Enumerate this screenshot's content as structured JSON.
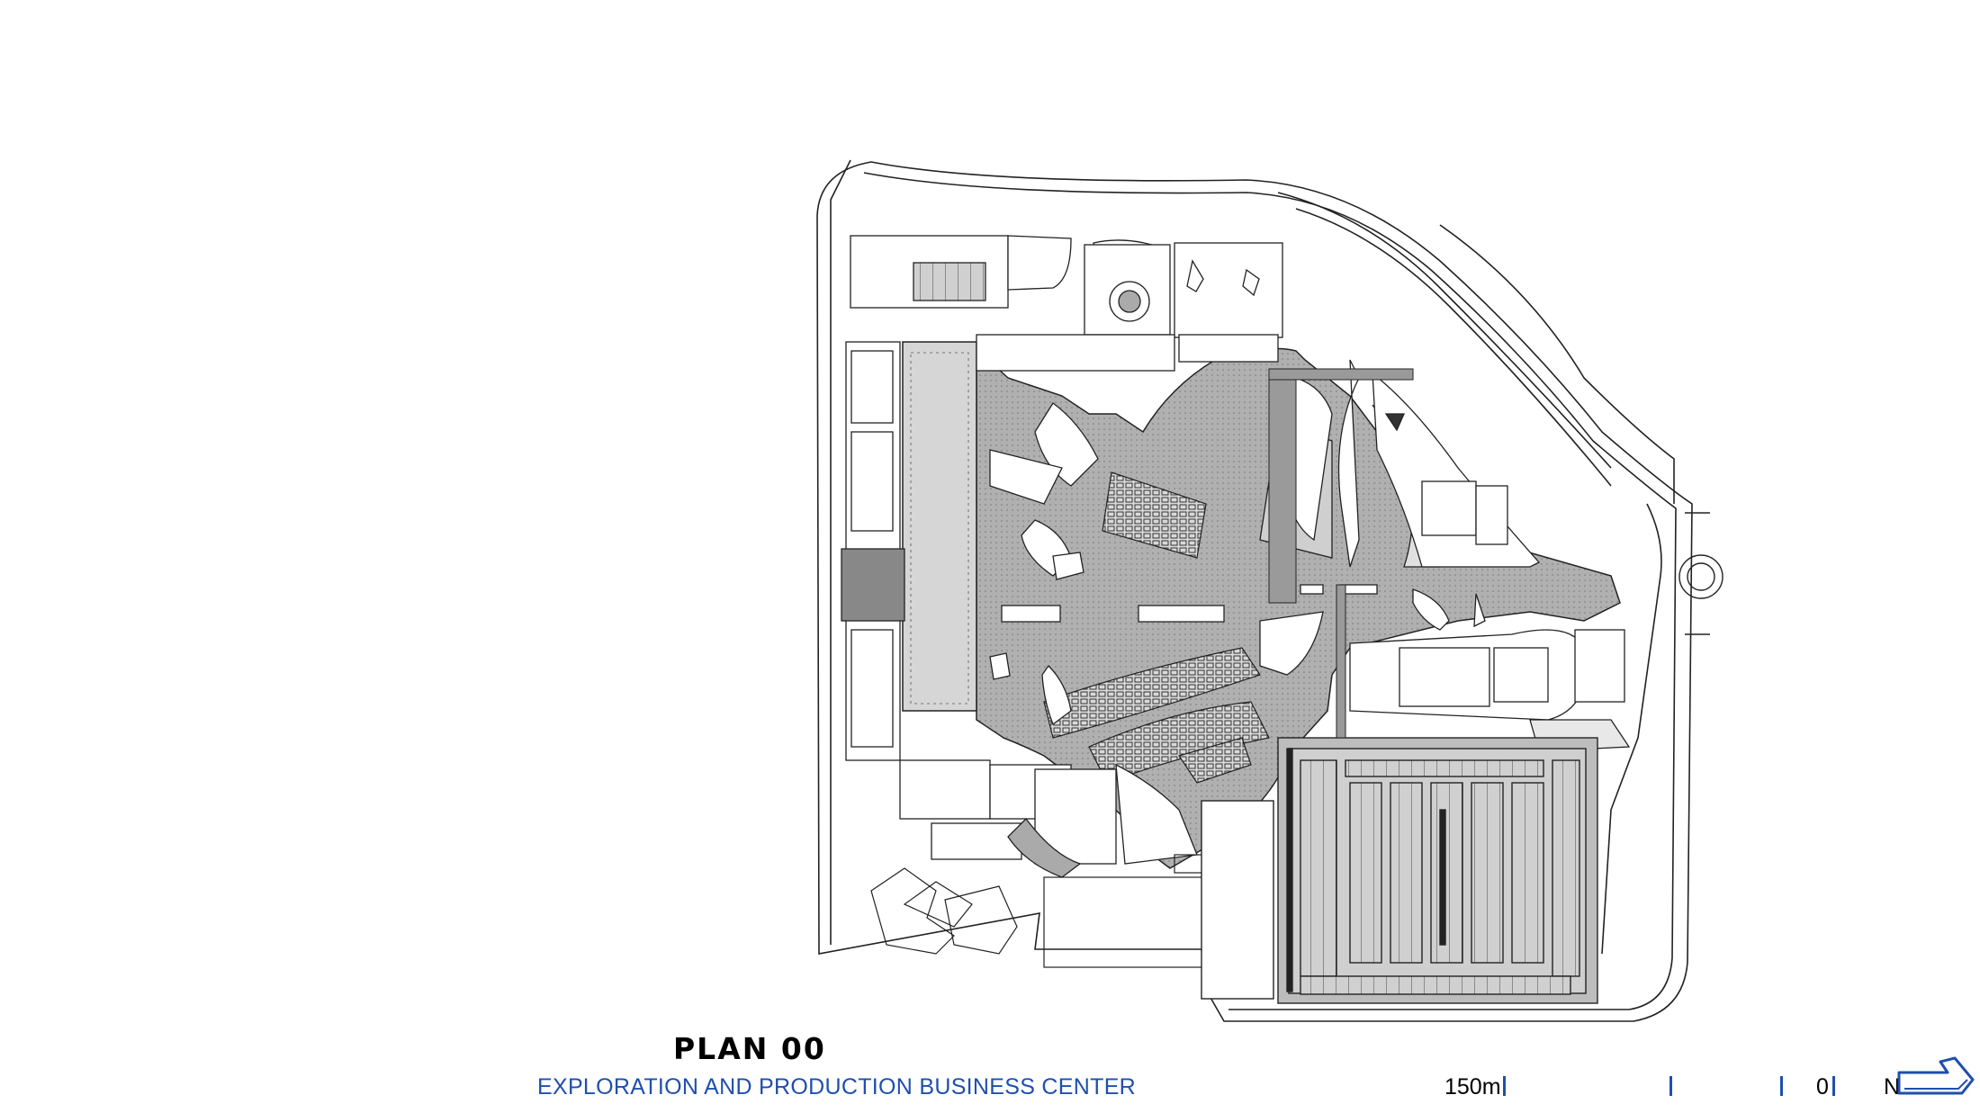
{
  "plan": {
    "title": "PLAN 00",
    "subtitle": "EXPLORATION AND PRODUCTION BUSINESS CENTER"
  },
  "scale": {
    "start_label": "150m",
    "end_label": "0",
    "color": "#1f4fae"
  },
  "north": {
    "label": "N",
    "icon": "north-arrow-icon"
  },
  "colors": {
    "line": "#222222",
    "plaza_fill": "#a8a8a8",
    "light_fill": "#d4d4d4",
    "text_accent": "#1f4fae"
  }
}
